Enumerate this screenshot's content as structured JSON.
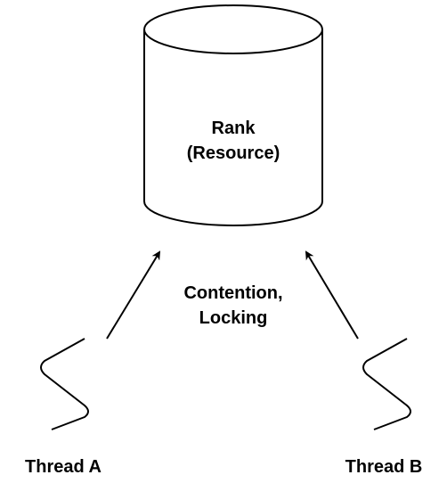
{
  "resource": {
    "label_line1": "Rank",
    "label_line2": "(Resource)"
  },
  "contention": {
    "label_line1": "Contention,",
    "label_line2": "Locking"
  },
  "threads": [
    {
      "label": "Thread A"
    },
    {
      "label": "Thread B"
    }
  ],
  "colors": {
    "stroke": "#000000",
    "fill": "#ffffff",
    "background": "#ffffff"
  }
}
